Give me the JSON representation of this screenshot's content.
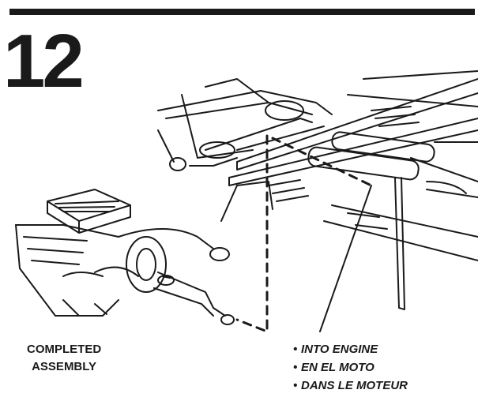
{
  "step": {
    "number": "12"
  },
  "assembly_caption": {
    "line1": "COMPLETED",
    "line2": "ASSEMBLY"
  },
  "instructions": [
    {
      "bullet": "•",
      "text": "INTO ENGINE"
    },
    {
      "bullet": "•",
      "text": "EN EL MOTO"
    },
    {
      "bullet": "•",
      "text": "DANS LE MOTEUR"
    }
  ],
  "colors": {
    "ink": "#1a1a1a",
    "paper": "#ffffff"
  }
}
